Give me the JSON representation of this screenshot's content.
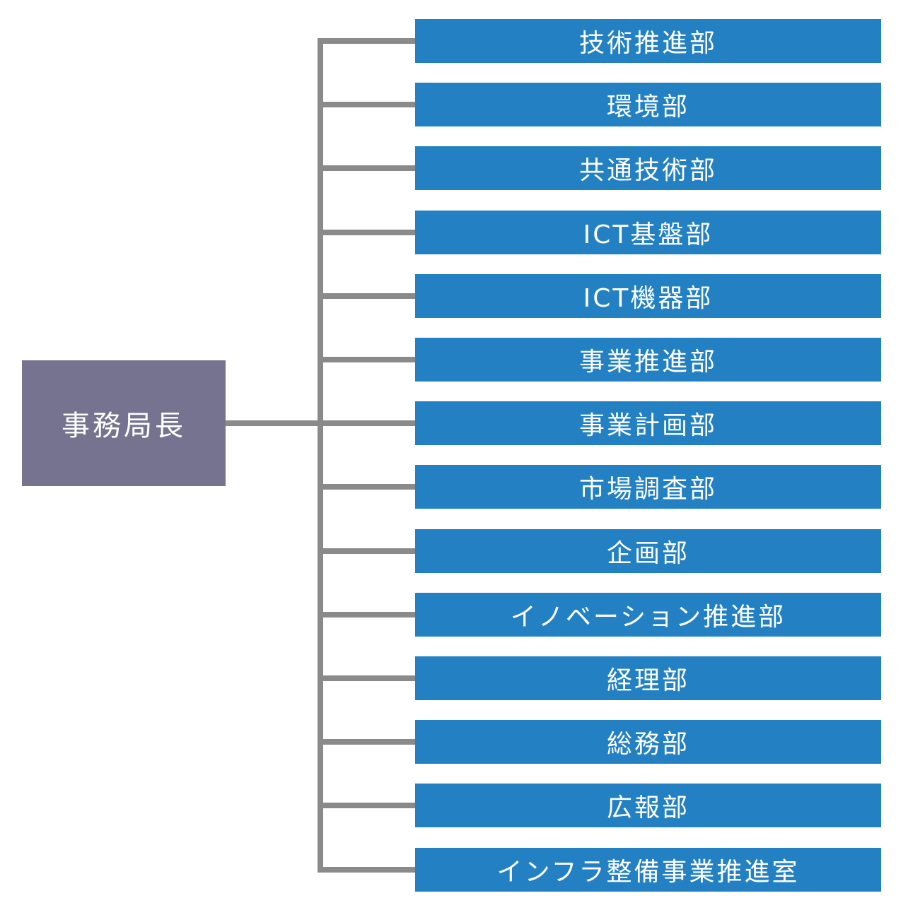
{
  "org_chart": {
    "root": {
      "label": "事務局長"
    },
    "departments": [
      {
        "label": "技術推進部"
      },
      {
        "label": "環境部"
      },
      {
        "label": "共通技術部"
      },
      {
        "label": "ICT基盤部"
      },
      {
        "label": "ICT機器部"
      },
      {
        "label": "事業推進部"
      },
      {
        "label": "事業計画部"
      },
      {
        "label": "市場調査部"
      },
      {
        "label": "企画部"
      },
      {
        "label": "イノベーション推進部"
      },
      {
        "label": "経理部"
      },
      {
        "label": "総務部"
      },
      {
        "label": "広報部"
      },
      {
        "label": "インフラ整備事業推進室"
      }
    ]
  },
  "colors": {
    "root_fill": "#767390",
    "department_fill": "#2280c3",
    "connector": "#8a8a8a",
    "text": "#ffffff"
  }
}
